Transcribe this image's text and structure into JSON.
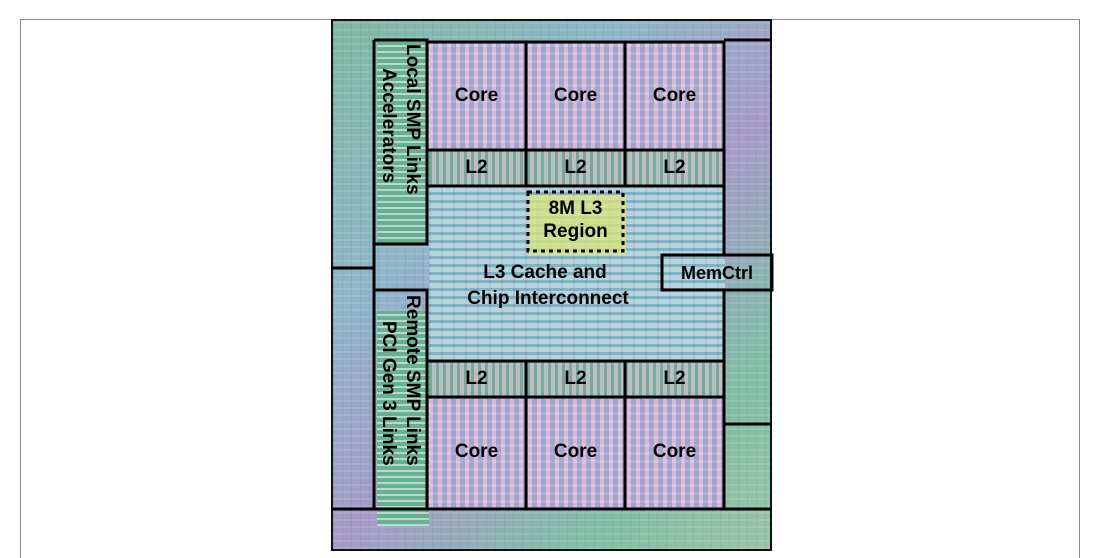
{
  "figure": {
    "description_free": true,
    "blocks": {
      "core_top_1": "Core",
      "core_top_2": "Core",
      "core_top_3": "Core",
      "l2_top_1": "L2",
      "l2_top_2": "L2",
      "l2_top_3": "L2",
      "l3_region_line1": "8M L3",
      "l3_region_line2": "Region",
      "l3_cache_line1": "L3 Cache and",
      "l3_cache_line2": "Chip Interconnect",
      "memctrl": "MemCtrl",
      "l2_bottom_1": "L2",
      "l2_bottom_2": "L2",
      "l2_bottom_3": "L2",
      "core_bottom_1": "Core",
      "core_bottom_2": "Core",
      "core_bottom_3": "Core",
      "left_top_col1": "Local SMP Links",
      "left_top_col2": "Accelerators",
      "left_bottom_col1": "Remote SMP Links",
      "left_bottom_col2": "PCI Gen 3 Links"
    },
    "colors": {
      "outline": "#000000",
      "l3_region_fill": "#dce678"
    }
  }
}
